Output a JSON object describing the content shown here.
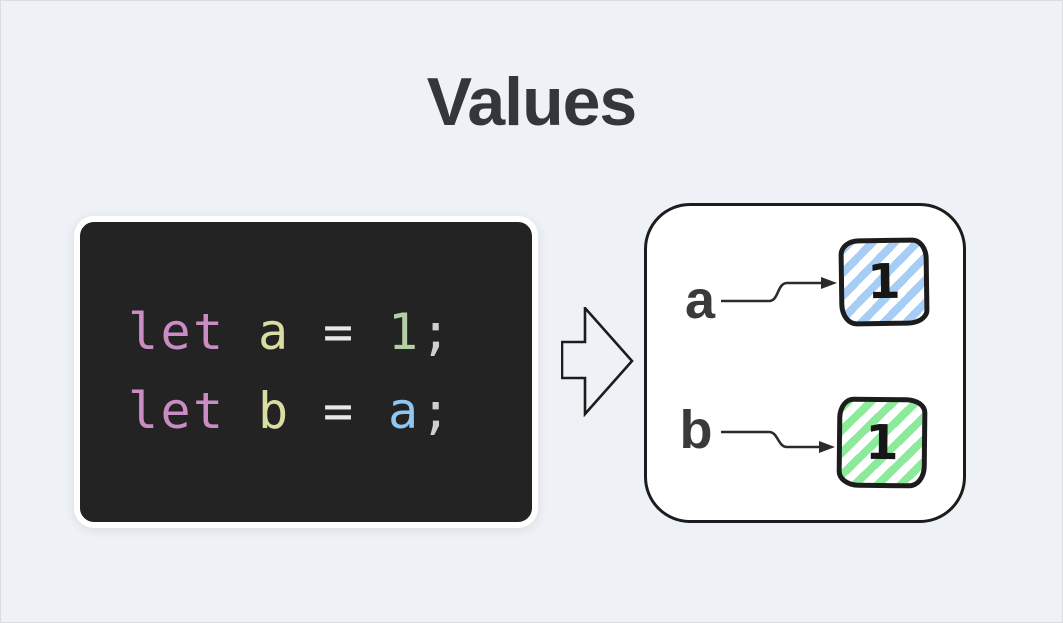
{
  "colors": {
    "bg": "#eef1f6",
    "canvas-border": "#d9dce3",
    "title-ink": "#33363c",
    "code-bg": "#242323",
    "code-frame": "#ffffff",
    "panel-bg": "#ffffff",
    "ink": "#1c1c1c",
    "label-ink": "#3a3a3a"
  },
  "title": {
    "text": "Values"
  },
  "code": {
    "lines": [
      {
        "tokens": [
          {
            "text": "let",
            "color": "#c98cc4"
          },
          {
            "text": " a",
            "color": "#d8dda1"
          },
          {
            "text": " = ",
            "color": "#e8e8e8"
          },
          {
            "text": "1",
            "color": "#b5cea8"
          },
          {
            "text": ";",
            "color": "#cfcfcf"
          }
        ]
      },
      {
        "tokens": [
          {
            "text": "let",
            "color": "#c98cc4"
          },
          {
            "text": " b",
            "color": "#d8dda1"
          },
          {
            "text": " = ",
            "color": "#e8e8e8"
          },
          {
            "text": "a",
            "color": "#8fc7f2"
          },
          {
            "text": ";",
            "color": "#cfcfcf"
          }
        ]
      }
    ]
  },
  "memory": {
    "items": [
      {
        "label": "a",
        "value": "1",
        "hatch": "#a6cdf4"
      },
      {
        "label": "b",
        "value": "1",
        "hatch": "#8ceb9b"
      }
    ]
  }
}
